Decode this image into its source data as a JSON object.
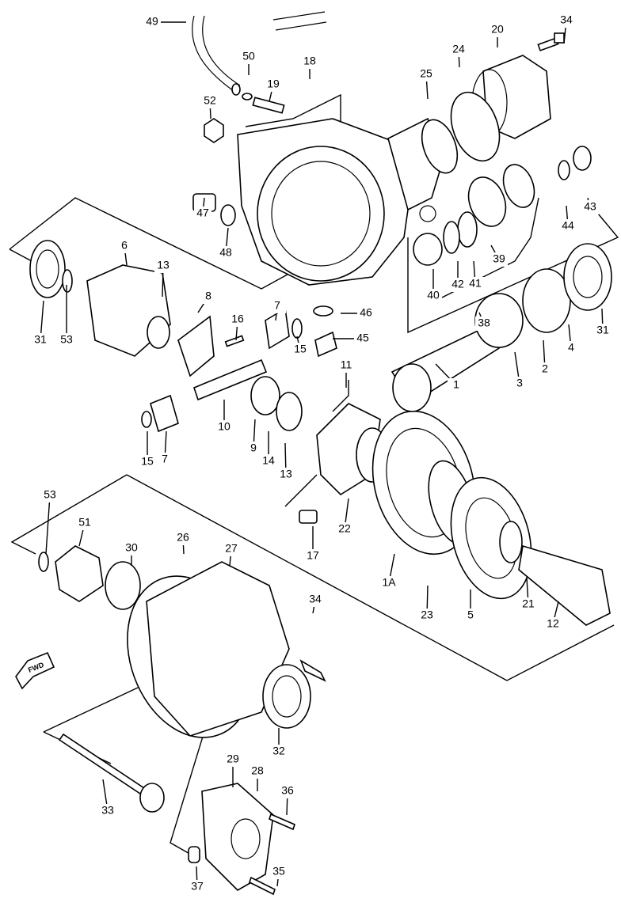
{
  "diagram": {
    "fwd_label": "FWD",
    "callouts": [
      "1",
      "1A",
      "2",
      "3",
      "4",
      "5",
      "6",
      "7",
      "7",
      "8",
      "9",
      "10",
      "11",
      "12",
      "13",
      "13",
      "14",
      "15",
      "15",
      "16",
      "17",
      "18",
      "19",
      "20",
      "21",
      "22",
      "23",
      "24",
      "25",
      "26",
      "27",
      "28",
      "29",
      "30",
      "31",
      "31",
      "32",
      "33",
      "34",
      "34",
      "35",
      "36",
      "37",
      "38",
      "39",
      "40",
      "41",
      "42",
      "43",
      "44",
      "45",
      "46",
      "47",
      "48",
      "49",
      "50",
      "51",
      "52",
      "53",
      "53"
    ]
  }
}
